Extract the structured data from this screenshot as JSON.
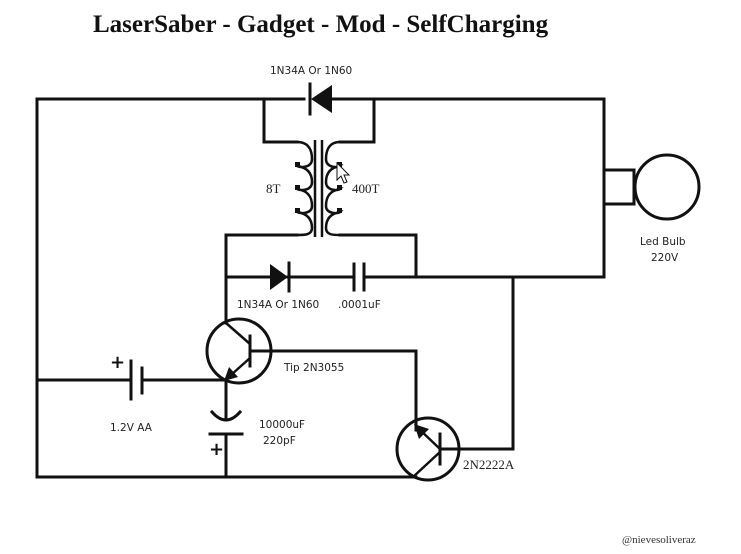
{
  "title": "LaserSaber - Gadget - Mod - SelfCharging",
  "components": {
    "top_diode": {
      "label": "1N34A Or 1N60",
      "type": "diode"
    },
    "transformer": {
      "primary_label": "8T",
      "secondary_label": "400T",
      "type": "transformer"
    },
    "lower_diode": {
      "label": "1N34A Or 1N60",
      "type": "diode"
    },
    "small_capacitor": {
      "label": ".0001uF",
      "type": "capacitor"
    },
    "bulb": {
      "label_line1": "Led Bulb",
      "label_line2": "220V",
      "type": "lamp"
    },
    "power_transistor": {
      "label": "Tip 2N3055",
      "type": "npn-transistor"
    },
    "battery": {
      "label": "1.2V AA",
      "polarity": "+",
      "type": "battery"
    },
    "electrolytic_capacitor": {
      "label_line1": "10000uF",
      "label_line2": "220pF",
      "polarity": "+",
      "type": "capacitor"
    },
    "small_transistor": {
      "label": "2N2222A",
      "type": "pnp-transistor"
    }
  },
  "watermark": "@nievesoliveraz",
  "colors": {
    "line": "#111111",
    "background": "#ffffff"
  }
}
